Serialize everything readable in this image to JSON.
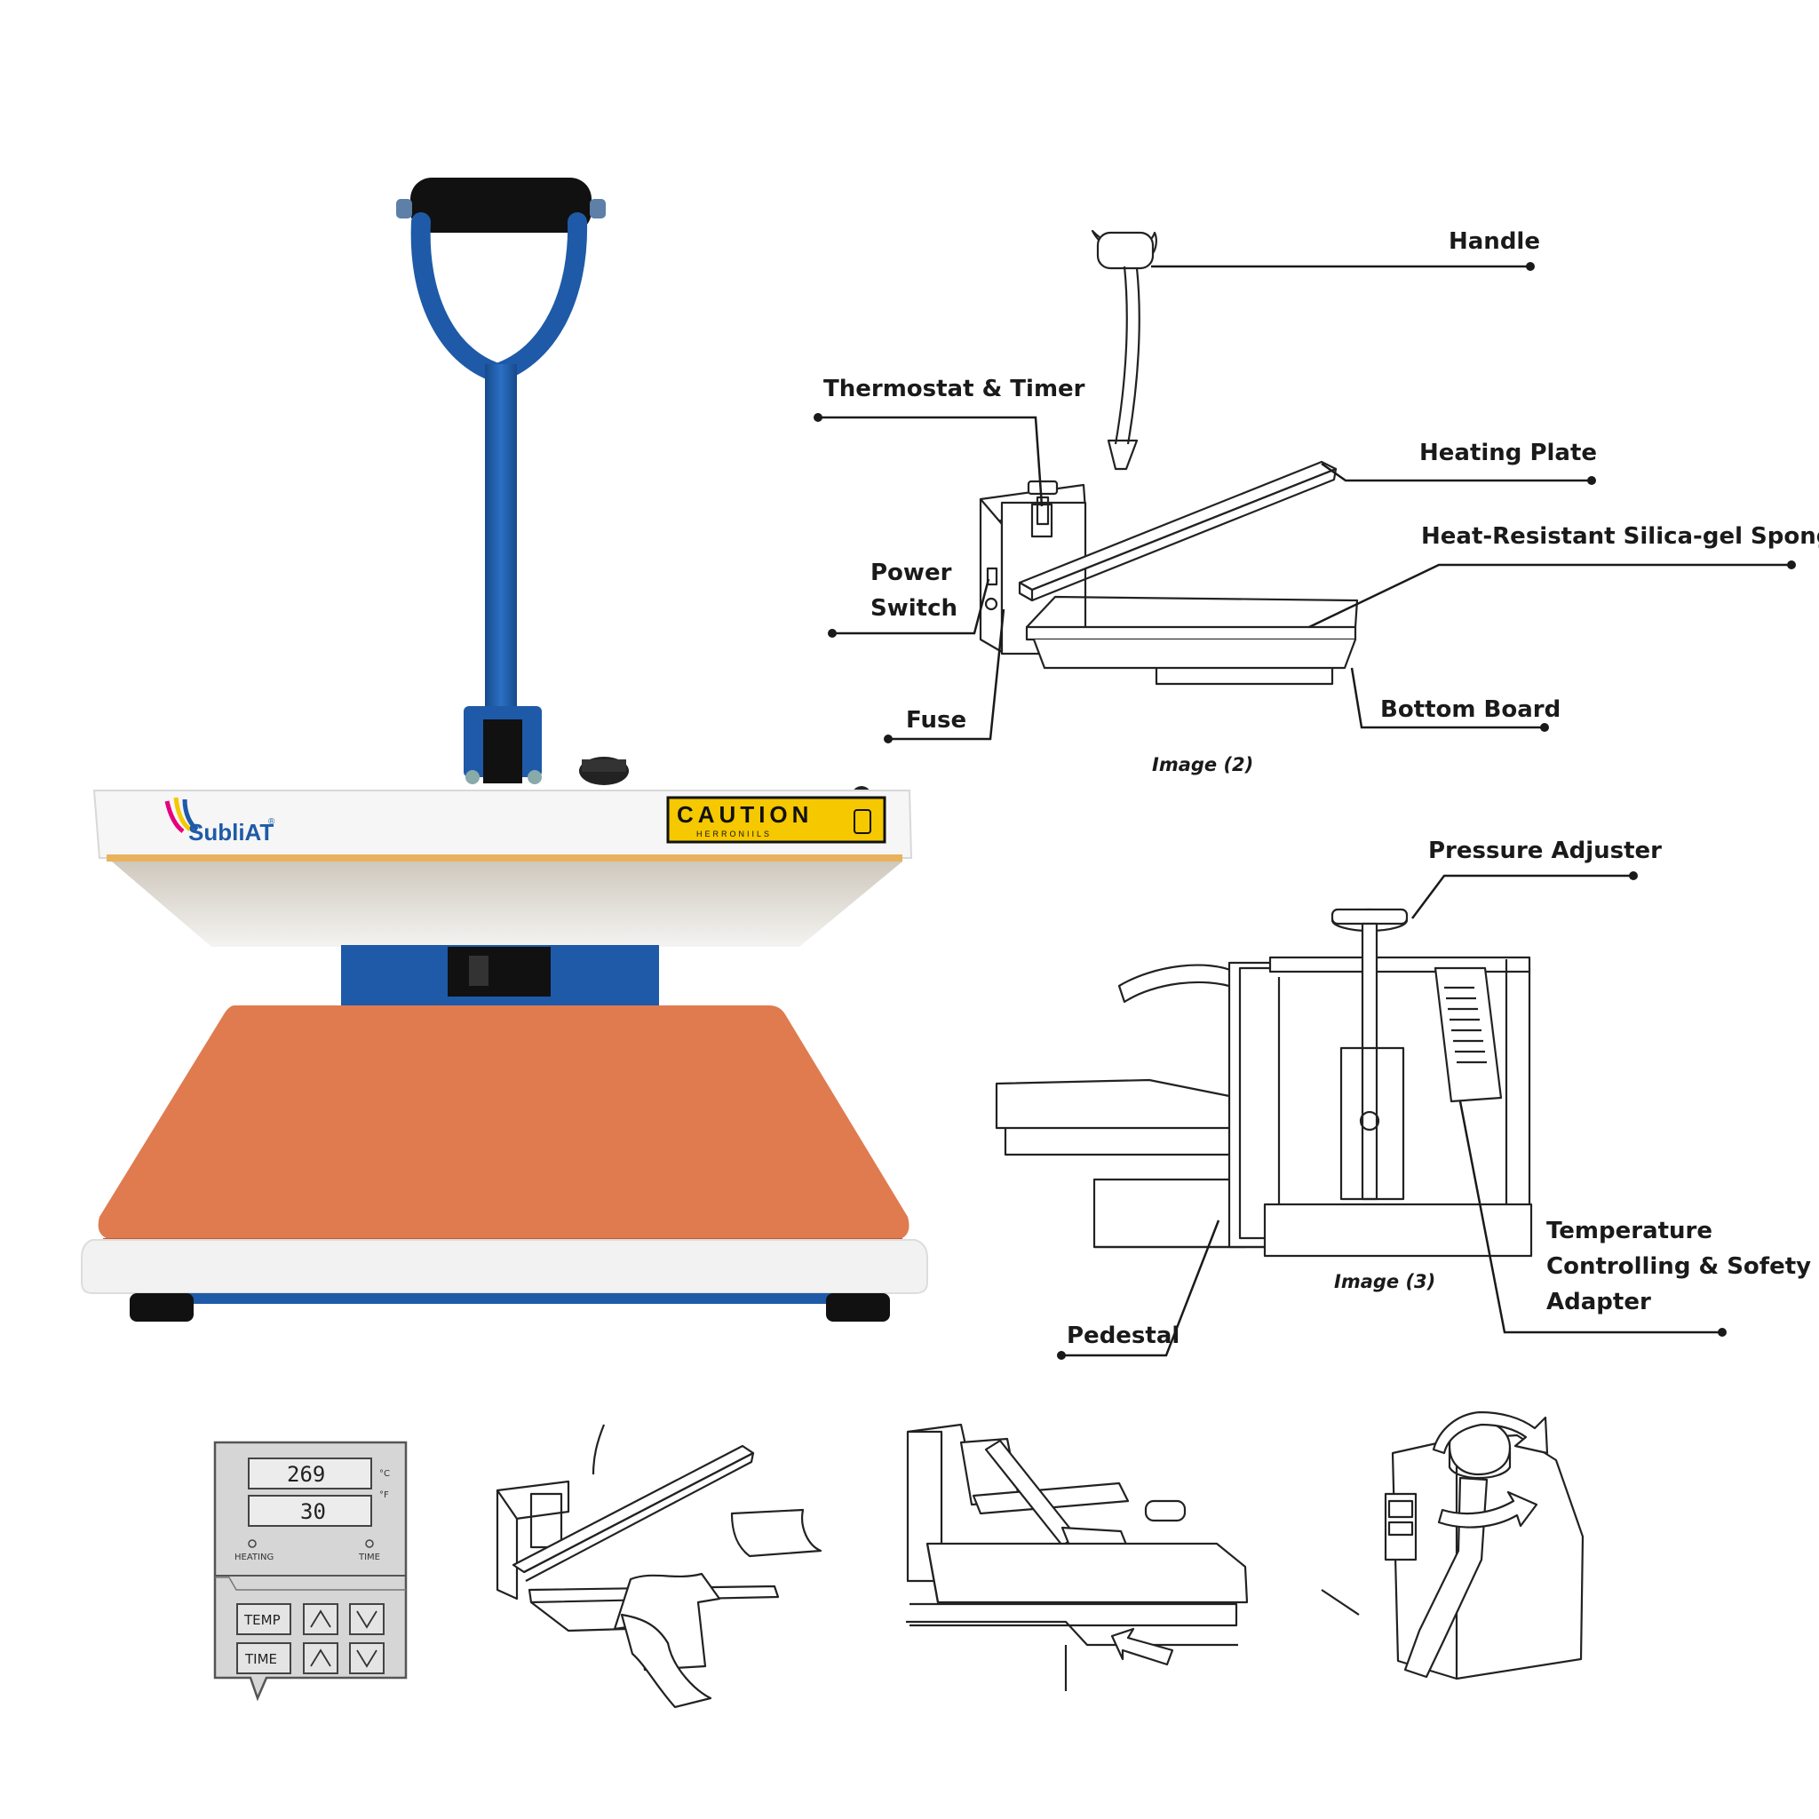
{
  "brand": {
    "name": "SubliAT",
    "trademark": "®"
  },
  "caution": {
    "title": "CAUTION",
    "subtitle": "HERRONIILS"
  },
  "image2": {
    "caption": "Image (2)",
    "labels": {
      "handle": "Handle",
      "thermostat": "Thermostat & Timer",
      "heating_plate": "Heating Plate",
      "sponge": "Heat-Resistant Silica-gel Sponge",
      "power_1": "Power",
      "power_2": "Switch",
      "fuse": "Fuse",
      "bottom_board": "Bottom Board"
    }
  },
  "image3": {
    "caption": "Image (3)",
    "labels": {
      "pressure": "Pressure Adjuster",
      "temp_1": "Temperature",
      "temp_2": "Controlling & Sofety",
      "temp_3": "Adapter",
      "pedestal": "Pedestal"
    }
  },
  "control_panel": {
    "temperature_value": "269",
    "time_value": "30",
    "unit_c": "°C",
    "unit_f": "°F",
    "heating_label": "HEATING",
    "time_indicator_label": "TIME",
    "temp_button": "TEMP",
    "time_button": "TIME"
  },
  "colors": {
    "frame_blue": "#1e5aa8",
    "silicone_orange": "#e07b4f",
    "caution_yellow": "#f5c800",
    "panel_gray": "#d6d6d6"
  }
}
